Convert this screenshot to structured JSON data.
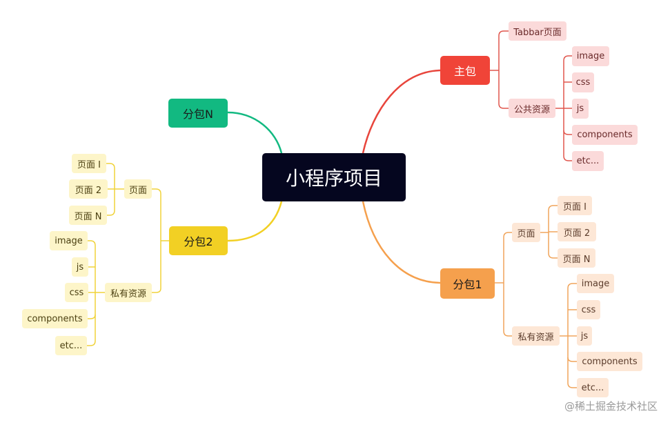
{
  "root": "小程序项目",
  "main_pkg": {
    "label": "主包",
    "tabbar": "Tabbar页面",
    "public_res": "公共资源",
    "public_items": [
      "image",
      "css",
      "js",
      "components",
      "etc..."
    ]
  },
  "sub_n": {
    "label": "分包N"
  },
  "sub2": {
    "label": "分包2",
    "pages": "页面",
    "page_items": [
      "页面 I",
      "页面 2",
      "页面 N"
    ],
    "private_res": "私有资源",
    "private_items": [
      "image",
      "js",
      "css",
      "components",
      "etc..."
    ]
  },
  "sub1": {
    "label": "分包1",
    "pages": "页面",
    "page_items": [
      "页面 I",
      "页面 2",
      "页面 N"
    ],
    "private_res": "私有资源",
    "private_items": [
      "image",
      "css",
      "js",
      "components",
      "etc..."
    ]
  },
  "watermark": "@稀土掘金技术社区",
  "colors": {
    "red": "#f04438",
    "green": "#12b981",
    "yellow": "#f2d024",
    "orange": "#f5a04d",
    "root": "#05061f"
  }
}
